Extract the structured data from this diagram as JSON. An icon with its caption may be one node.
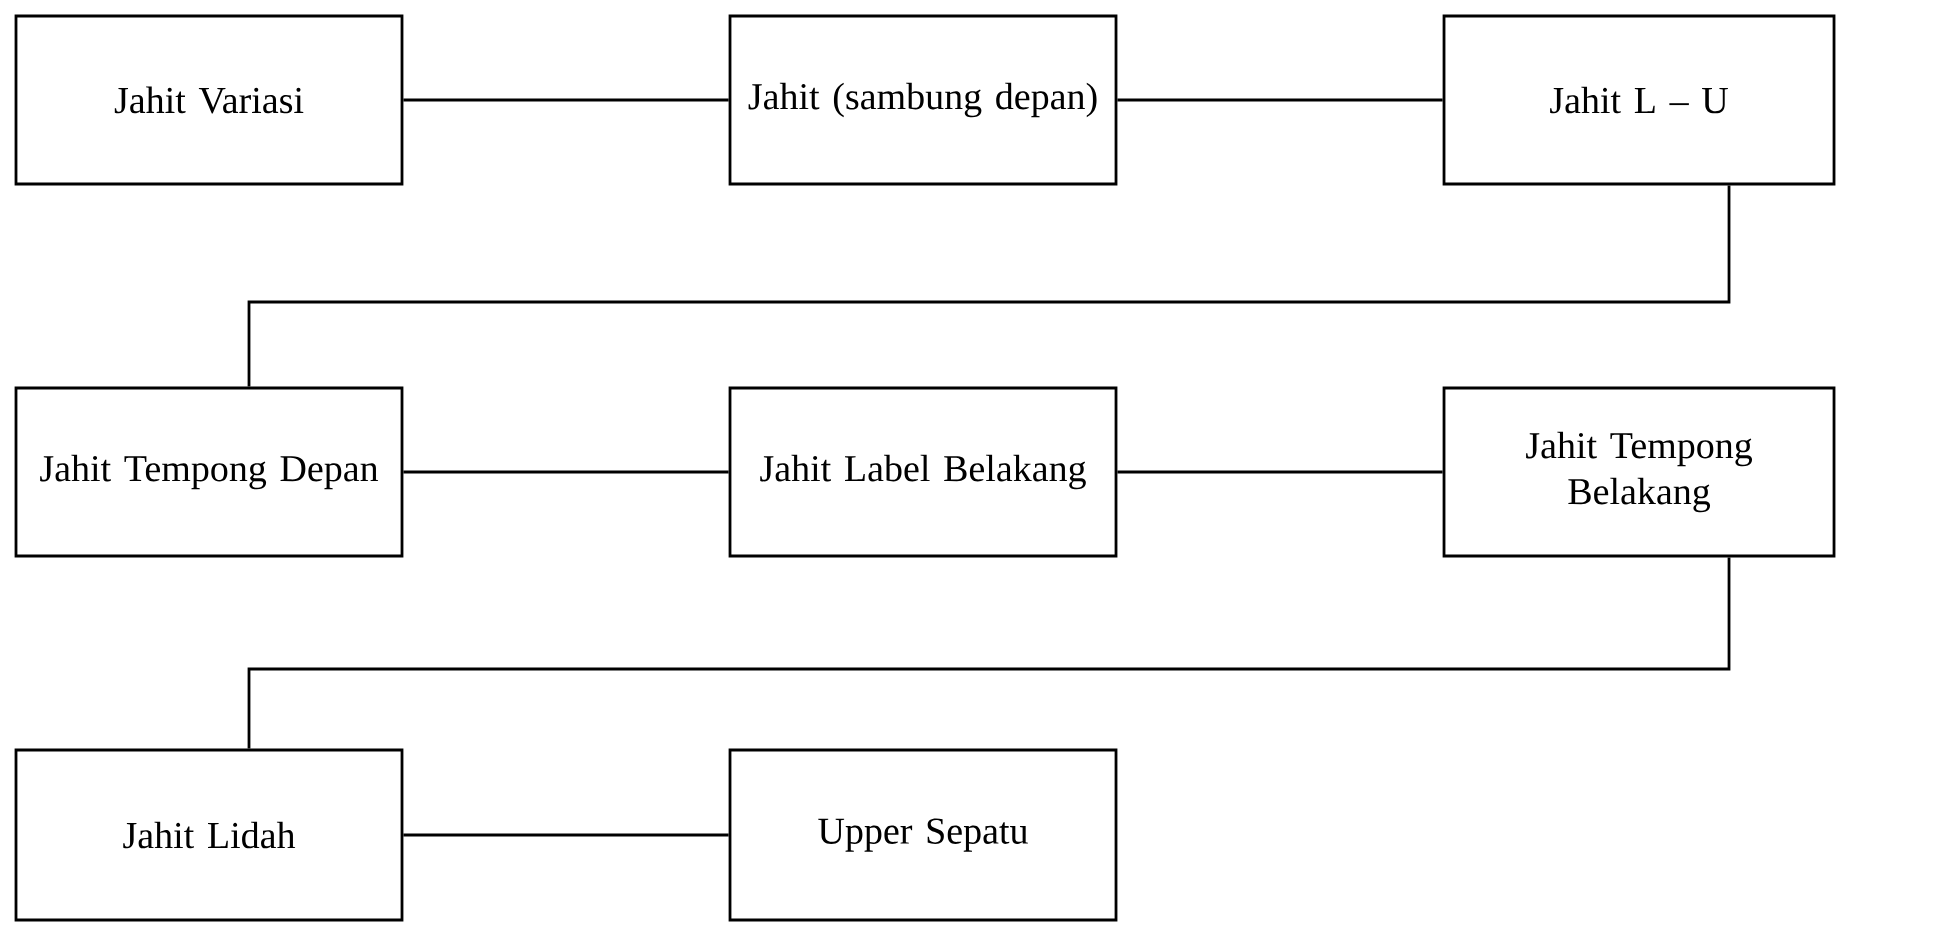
{
  "diagram": {
    "nodes": [
      {
        "text": [
          "Jahit Variasi"
        ]
      },
      {
        "text": [
          "Jahit (sambung depan)"
        ]
      },
      {
        "text": [
          "Jahit L – U"
        ]
      },
      {
        "text": [
          "Jahit Tempong Depan"
        ]
      },
      {
        "text": [
          "Jahit Label Belakang"
        ]
      },
      {
        "text": [
          "Jahit Tempong Belakang"
        ]
      },
      {
        "text": [
          "Jahit Lidah"
        ]
      },
      {
        "text": [
          "Upper Sepatu"
        ]
      }
    ],
    "edges": [
      {
        "from": 0,
        "to": 1,
        "arrow": "none"
      },
      {
        "from": 1,
        "to": 2,
        "arrow": "none"
      },
      {
        "from": 2,
        "to": 3,
        "arrow": "none"
      },
      {
        "from": 3,
        "to": 4,
        "arrow": "none"
      },
      {
        "from": 4,
        "to": 5,
        "arrow": "none"
      },
      {
        "from": 5,
        "to": 6,
        "arrow": "none"
      },
      {
        "from": 6,
        "to": 7,
        "arrow": "none"
      }
    ]
  }
}
